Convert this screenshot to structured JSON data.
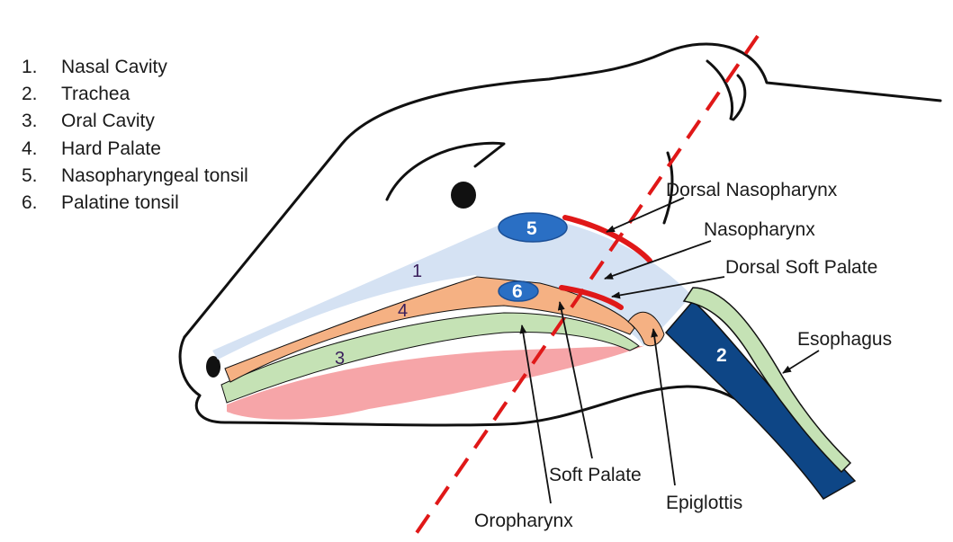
{
  "legend": [
    {
      "num": "1.",
      "label": "Nasal Cavity"
    },
    {
      "num": "2.",
      "label": "Trachea"
    },
    {
      "num": "3.",
      "label": "Oral Cavity"
    },
    {
      "num": "4.",
      "label": "Hard Palate"
    },
    {
      "num": "5.",
      "label": "Nasopharyngeal tonsil"
    },
    {
      "num": "6.",
      "label": "Palatine tonsil"
    }
  ],
  "region_numbers": {
    "nasal_cavity": "1",
    "trachea": "2",
    "oral_cavity": "3",
    "hard_palate": "4",
    "nasopharyngeal_tonsil": "5",
    "palatine_tonsil": "6"
  },
  "labels": {
    "dorsal_nasopharynx": "Dorsal Nasopharynx",
    "nasopharynx": "Nasopharynx",
    "dorsal_soft_palate": "Dorsal Soft Palate",
    "esophagus": "Esophagus",
    "soft_palate": "Soft Palate",
    "epiglottis": "Epiglottis",
    "oropharynx": "Oropharynx"
  },
  "colors": {
    "nasal_cavity": "#d5e2f3",
    "trachea": "#0e4686",
    "oral_cavity": "#f6a5a8",
    "hard_palate": "#f5b183",
    "soft_palate_green": "#c5e2b5",
    "tonsil_blue": "#2a6fc4",
    "highlight_red": "#e01818",
    "outline": "#111111"
  }
}
